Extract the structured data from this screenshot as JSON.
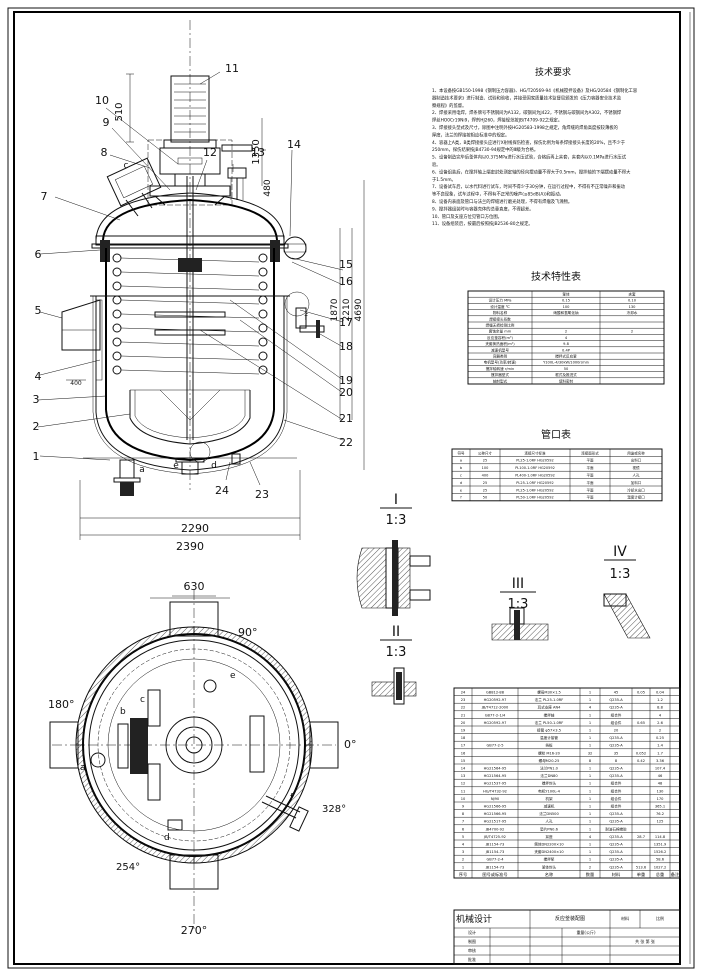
{
  "sheet": {
    "title_block": {
      "company": "机械设计",
      "project": "反应釜装配图"
    }
  },
  "balloons": [
    "1",
    "2",
    "3",
    "4",
    "5",
    "6",
    "7",
    "8",
    "9",
    "10",
    "11",
    "12",
    "13",
    "14",
    "15",
    "16",
    "17",
    "18",
    "19",
    "20",
    "21",
    "22",
    "23",
    "24"
  ],
  "letters": [
    "a",
    "b",
    "c",
    "d",
    "e",
    "f"
  ],
  "dims": {
    "d510": "510",
    "d1350": "1350",
    "d480": "480",
    "d1870": "1870",
    "d2210": "2210",
    "d4690": "4690",
    "d2290": "2290",
    "d2390": "2390",
    "d630": "630",
    "d400": "400"
  },
  "angles": {
    "a90": "90°",
    "a180": "180°",
    "a0": "0°",
    "a270": "270°",
    "a328": "328°",
    "a254": "254°"
  },
  "details": {
    "I": {
      "label": "I",
      "scale": "1:3"
    },
    "II": {
      "label": "II",
      "scale": "1:3"
    },
    "III": {
      "label": "III",
      "scale": "1:3"
    },
    "IV": {
      "label": "IV",
      "scale": "1:3"
    }
  },
  "tech_req": {
    "title": "技术要求",
    "lines": [
      "1、本设备按GB150-1998《钢制压力容器》、HG/T20569-94《机械搅拌设备》及HG/20584《钢制化工容",
      "器制造技术要求》进行制造、试验和验收，并接受国家质量技术监督局颁发的《压力容器安全技术监",
      "察规程》的监督。",
      "2、焊接采用电焊，焊条牌号不锈钢间为A132，碳钢间为J422，不锈钢与碳钢间为A302，不锈钢焊",
      "焊丝HO0Cr19Ni9，焊剂HJ260，焊接规范按JB/T4709-92之规定。",
      "3、焊接接头型式及尺寸，除图中注明外按HG20583-1998之规定，角焊缝的焊角高度按较薄板的",
      "厚度，法兰的焊接按相应标准中的规定。",
      "4、容器上A类，B类焊接接头应进行X射线探伤检查，探伤比例为每条焊接接头长度的20%，且不少于",
      "250mm，探伤结果按JB4730-94规定中的Ⅲ级为合格。",
      "5、设备制造完毕后釜体内以0.375MPa进行水压试验，合格后再上夹套，夹套内以0.1MPa进行水压试",
      "验。",
      "6、设备组装后，在搅拌轴上端密封处测定轴的径向摆动量不得大于0.5mm，搅拌轴的下端摆动量不得大",
      "于1.5mm。",
      "7、设备试车后，以水代料进行试车，时间不得少于30分钟，在运行过程中，不得有不正常噪声和振动",
      "等不良现象，试车过程中，不得有不正常的噪声(≤85dB(A))和振动。",
      "8、设备内表面及管口与法兰的焊缝进行磨光处理，不得有焊瘤及飞溅物。",
      "9、搅拌器组装时与容器壳体的总垂直度，不得超差。",
      "10、管口及支座方位见管口方位图。",
      "11、设备组装后，按最后按照按JB2536-80之规定。"
    ]
  },
  "spec": {
    "title": "技术特性表",
    "header": [
      "",
      "釜体",
      "夹套"
    ],
    "rows": [
      [
        "设计压力 MPa",
        "0.15",
        "0.10"
      ],
      [
        "设计温度 ℃",
        "100",
        "130"
      ],
      [
        "物料名称",
        "硝酸和氢氧化钠",
        "冷却水"
      ],
      [
        "焊接接头系数",
        "",
        ""
      ],
      [
        "焊缝无损检测比例",
        "",
        ""
      ],
      [
        "腐蚀余量 mm",
        "2",
        "2"
      ],
      [
        "反应釜容积(m³)",
        "4",
        ""
      ],
      [
        "夹套换热面积(m²)",
        "9.8",
        ""
      ],
      [
        "减速机型号",
        "0.4P",
        ""
      ],
      [
        "容器类别",
        "搅拌式反应釜",
        ""
      ],
      [
        "电机型号(功率/转速)",
        "Y100L-4/30kW/1000r/min",
        ""
      ],
      [
        "搅拌轴转速 r/min",
        "50",
        ""
      ],
      [
        "搅拌器型式",
        "框式及推进式",
        ""
      ],
      [
        "轴封型式",
        "填料密封",
        ""
      ]
    ]
  },
  "nozzle": {
    "title": "管口表",
    "header": [
      "符号",
      "公称尺寸",
      "连接尺寸标准",
      "连接面形式",
      "用途或名称"
    ],
    "rows": [
      [
        "a",
        "25",
        "PL25-1.0RF HG20592",
        "平面",
        "出料口"
      ],
      [
        "b",
        "100",
        "PL100-1.0RF HG20592",
        "平面",
        "视镜"
      ],
      [
        "c",
        "400",
        "PL400-1.0RF HG20592",
        "平面",
        "人孔"
      ],
      [
        "d",
        "25",
        "PL25-1.0RF HG20592",
        "平面",
        "加料口"
      ],
      [
        "e",
        "25",
        "PL25-1.0RF HG20592",
        "平面",
        "冷却水出口"
      ],
      [
        "f",
        "50",
        "PL50-1.0RF HG20592",
        "平面",
        "温度计接口"
      ]
    ]
  },
  "bom": {
    "header": [
      "序号",
      "图号或标准号",
      "名称",
      "数量",
      "材料",
      "单重",
      "总重",
      "备注"
    ],
    "rows": [
      [
        "24",
        "GB812-88",
        "螺母M30×1.5",
        "1",
        "45",
        "0.05",
        "0.04",
        ""
      ],
      [
        "23",
        "HG20592-97",
        "法兰 PL25-1.0RF",
        "1",
        "Q235-A",
        "",
        "1.2",
        ""
      ],
      [
        "22",
        "JB/T4712-2000",
        "耳式支座 AN4",
        "4",
        "Q235-A",
        "",
        "8.8",
        ""
      ],
      [
        "21",
        "GB77-2-1/4",
        "搅拌轴",
        "1",
        "组合件",
        "",
        "4",
        ""
      ],
      [
        "20",
        "HG20592-97",
        "法兰 PL50-1.0RF",
        "1",
        "组合件",
        "0.65",
        "2.6",
        ""
      ],
      [
        "19",
        "",
        "接管 φ57×3.5",
        "1",
        "20",
        "",
        "2",
        ""
      ],
      [
        "18",
        "",
        "温度计接管",
        "1",
        "Q235-A",
        "",
        "0.25",
        ""
      ],
      [
        "17",
        "GB77-2-5",
        "挡板",
        "1",
        "Q235-A",
        "",
        "1.4",
        ""
      ],
      [
        "16",
        "",
        "螺栓 M16-20",
        "32",
        "35",
        "0.052",
        "1.7",
        ""
      ],
      [
        "15",
        "",
        "螺母M20-25",
        "8",
        "8",
        "0.42",
        "3.36",
        ""
      ],
      [
        "14",
        "HG21564-95",
        "法兰PN1.0",
        "1",
        "Q235-A",
        "",
        "107.4",
        ""
      ],
      [
        "13",
        "HG21564-95",
        "法兰DN80",
        "1",
        "Q235-A",
        "",
        "46",
        ""
      ],
      [
        "12",
        "HG21537-95",
        "搅拌封头",
        "1",
        "组合件",
        "",
        "48",
        ""
      ],
      [
        "11",
        "HG/T4732-92",
        "电机Y100L-4",
        "1",
        "组合件",
        "",
        "130",
        ""
      ],
      [
        "10",
        "NJ90",
        "机架",
        "1",
        "组合件",
        "",
        "170",
        ""
      ],
      [
        "9",
        "HG21566-95",
        "减速机",
        "1",
        "组合件",
        "",
        "365.1",
        ""
      ],
      [
        "8",
        "HG21566-95",
        "法兰DN500",
        "1",
        "Q235-A",
        "",
        "76.2",
        ""
      ],
      [
        "7",
        "HG21517-95",
        "人孔",
        "1",
        "Q235-A",
        "",
        "125",
        ""
      ],
      [
        "6",
        "JB4700-92",
        "垫片PN0.6",
        "1",
        "耐油石棉橡胶",
        "",
        "",
        ""
      ],
      [
        "5",
        "JB/T4725-92",
        "耳座",
        "4",
        "Q235-A",
        "28.7",
        "114.8",
        ""
      ],
      [
        "4",
        "JB1154-73",
        "筒体DN2200×10",
        "1",
        "Q235-A",
        "",
        "1351.9",
        ""
      ],
      [
        "3",
        "JB1154-73",
        "夹套DN2400×10",
        "1",
        "Q235-A",
        "",
        "1526.2",
        ""
      ],
      [
        "2",
        "GB77-2-4",
        "搅拌桨",
        "1",
        "Q235-A",
        "",
        "58.6",
        ""
      ],
      [
        "1",
        "JB1154-73",
        "釜体封头",
        "2",
        "Q235-A",
        "513.6",
        "1027.2",
        ""
      ]
    ]
  },
  "title_block_cells": {
    "design": "设计",
    "check": "审核",
    "approve": "批准",
    "scale": "比例",
    "sheet": "共 张 第 张",
    "drawn": "制图",
    "weight_label": "重量(公斤)",
    "material": "材料"
  }
}
